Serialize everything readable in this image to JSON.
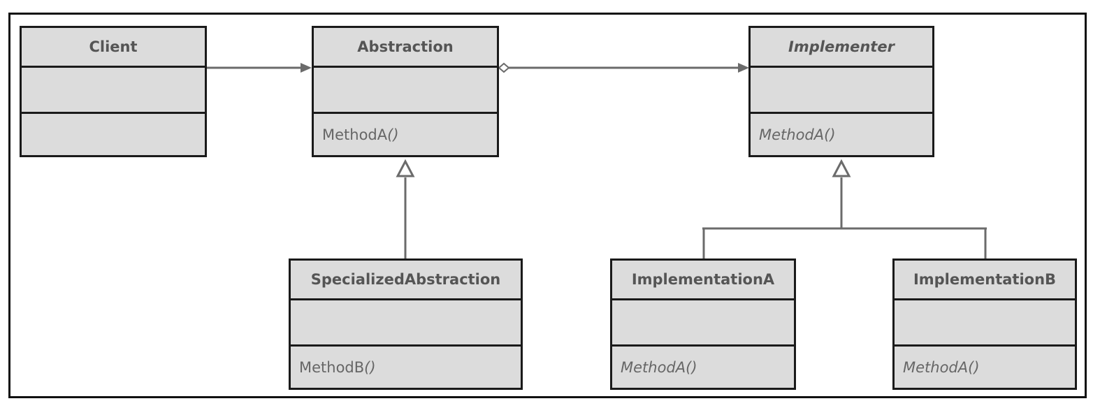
{
  "diagram": {
    "classes": [
      {
        "id": "client",
        "name": "Client",
        "abstract": false,
        "operations": []
      },
      {
        "id": "abstraction",
        "name": "Abstraction",
        "abstract": false,
        "operations": [
          {
            "name": "MethodA",
            "parens": "()",
            "abstract": false
          }
        ]
      },
      {
        "id": "implementer",
        "name": "Implementer",
        "abstract": true,
        "operations": [
          {
            "name": "MethodA()",
            "abstract": true
          }
        ]
      },
      {
        "id": "specialized",
        "name": "SpecializedAbstraction",
        "abstract": false,
        "operations": [
          {
            "name": "MethodB",
            "parens": "()",
            "abstract": false
          }
        ]
      },
      {
        "id": "implA",
        "name": "ImplementationA",
        "abstract": false,
        "operations": [
          {
            "name": "MethodA()",
            "abstract": true
          }
        ]
      },
      {
        "id": "implB",
        "name": "ImplementationB",
        "abstract": false,
        "operations": [
          {
            "name": "MethodA()",
            "abstract": true
          }
        ]
      }
    ],
    "relations": [
      {
        "type": "association",
        "from": "client",
        "to": "abstraction"
      },
      {
        "type": "aggregation",
        "from": "abstraction",
        "to": "implementer"
      },
      {
        "type": "generalization",
        "from": "specialized",
        "to": "abstraction"
      },
      {
        "type": "generalization",
        "from": "implA",
        "to": "implementer"
      },
      {
        "type": "generalization",
        "from": "implB",
        "to": "implementer"
      }
    ],
    "colors": {
      "box_fill": "#dcdcdc",
      "box_border": "#1a1a1a",
      "line": "#6b6b6b",
      "text": "#555555"
    }
  }
}
